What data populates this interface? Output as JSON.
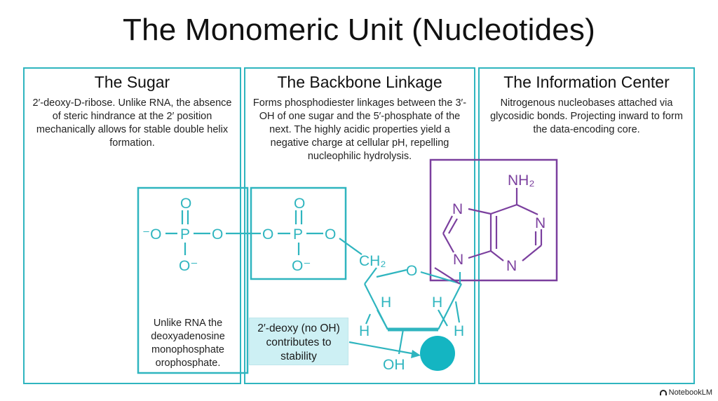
{
  "title": "The Monomeric Unit (Nucleotides)",
  "panels": {
    "sugar": {
      "heading": "The Sugar",
      "body": "2′-deoxy-D-ribose. Unlike RNA, the absence of steric hindrance at the 2′ position mechanically allows for stable double helix formation."
    },
    "backbone": {
      "heading": "The Backbone Linkage",
      "body": "Forms phosphodiester linkages between the 3′-OH of one sugar and the 5′-phosphate of the next. The highly acidic properties yield a negative charge at cellular pH, repelling nucleophilic hydrolysis."
    },
    "info": {
      "heading": "The Information Center",
      "body": "Nitrogenous nucleobases attached via glycosidic bonds. Projecting inward to form the data-encoding core."
    }
  },
  "molecule": {
    "phosphate1": {
      "o_top": "O",
      "o_left": "⁻O",
      "p": "P",
      "o_right": "O",
      "o_bottom": "O⁻"
    },
    "phosphate2": {
      "o_top": "O",
      "o_left": "O",
      "p": "P",
      "o_right": "O",
      "o_bottom": "O⁻"
    },
    "sugar": {
      "ch2": "CH₂",
      "ring_o": "O",
      "h": "H",
      "oh": "OH"
    },
    "base": {
      "nh2": "NH₂",
      "n": "N"
    }
  },
  "footnote": "Unlike RNA the deoxyadenosine monophosphate orophosphate.",
  "callout": "2′-deoxy (no OH) contributes to stability",
  "brand": "NotebookLM",
  "colors": {
    "teal": "#2fb5bf",
    "purple": "#7b3f9e",
    "callout_bg": "#cdf0f4"
  }
}
